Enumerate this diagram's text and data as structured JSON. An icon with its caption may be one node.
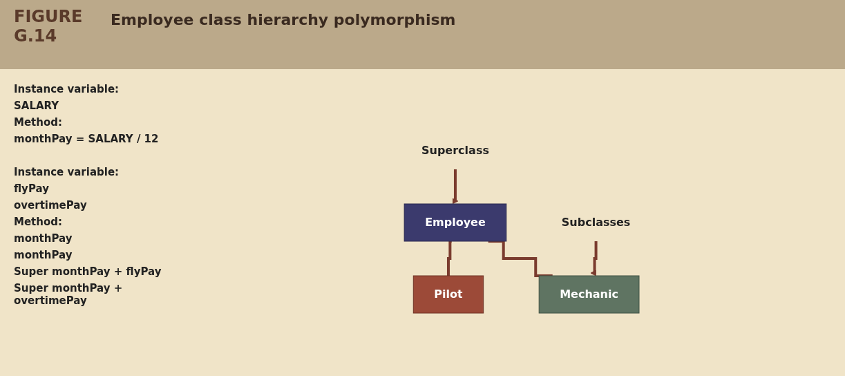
{
  "diagram": {
    "title": "Employee class hierarchy polymorphism",
    "nodes": [
      {
        "text": [
          "Employee"
        ]
      },
      {
        "text": [
          "Pilot"
        ]
      },
      {
        "text": [
          "Mechanic"
        ]
      },
      {
        "text": [
          "Superclass"
        ]
      },
      {
        "text": [
          "Subclasses"
        ]
      }
    ],
    "edges": [
      {
        "from": 0,
        "to": 1,
        "arrow": "none"
      },
      {
        "from": 0,
        "to": 2,
        "arrow": "none"
      },
      {
        "from": 3,
        "to": 0,
        "arrow": "to"
      },
      {
        "from": 4,
        "to": 2,
        "arrow": "to"
      }
    ],
    "labels": [
      "FIGURE G.14",
      "Instance variable:",
      "SALARY",
      "Method:",
      "monthPay = SALARY / 12",
      "Instance variable:",
      "flyPay",
      "overtimePay",
      "Method:",
      "monthPay",
      "monthPay",
      "Super monthPay + flyPay",
      "Super monthPay + overtimePay"
    ]
  }
}
